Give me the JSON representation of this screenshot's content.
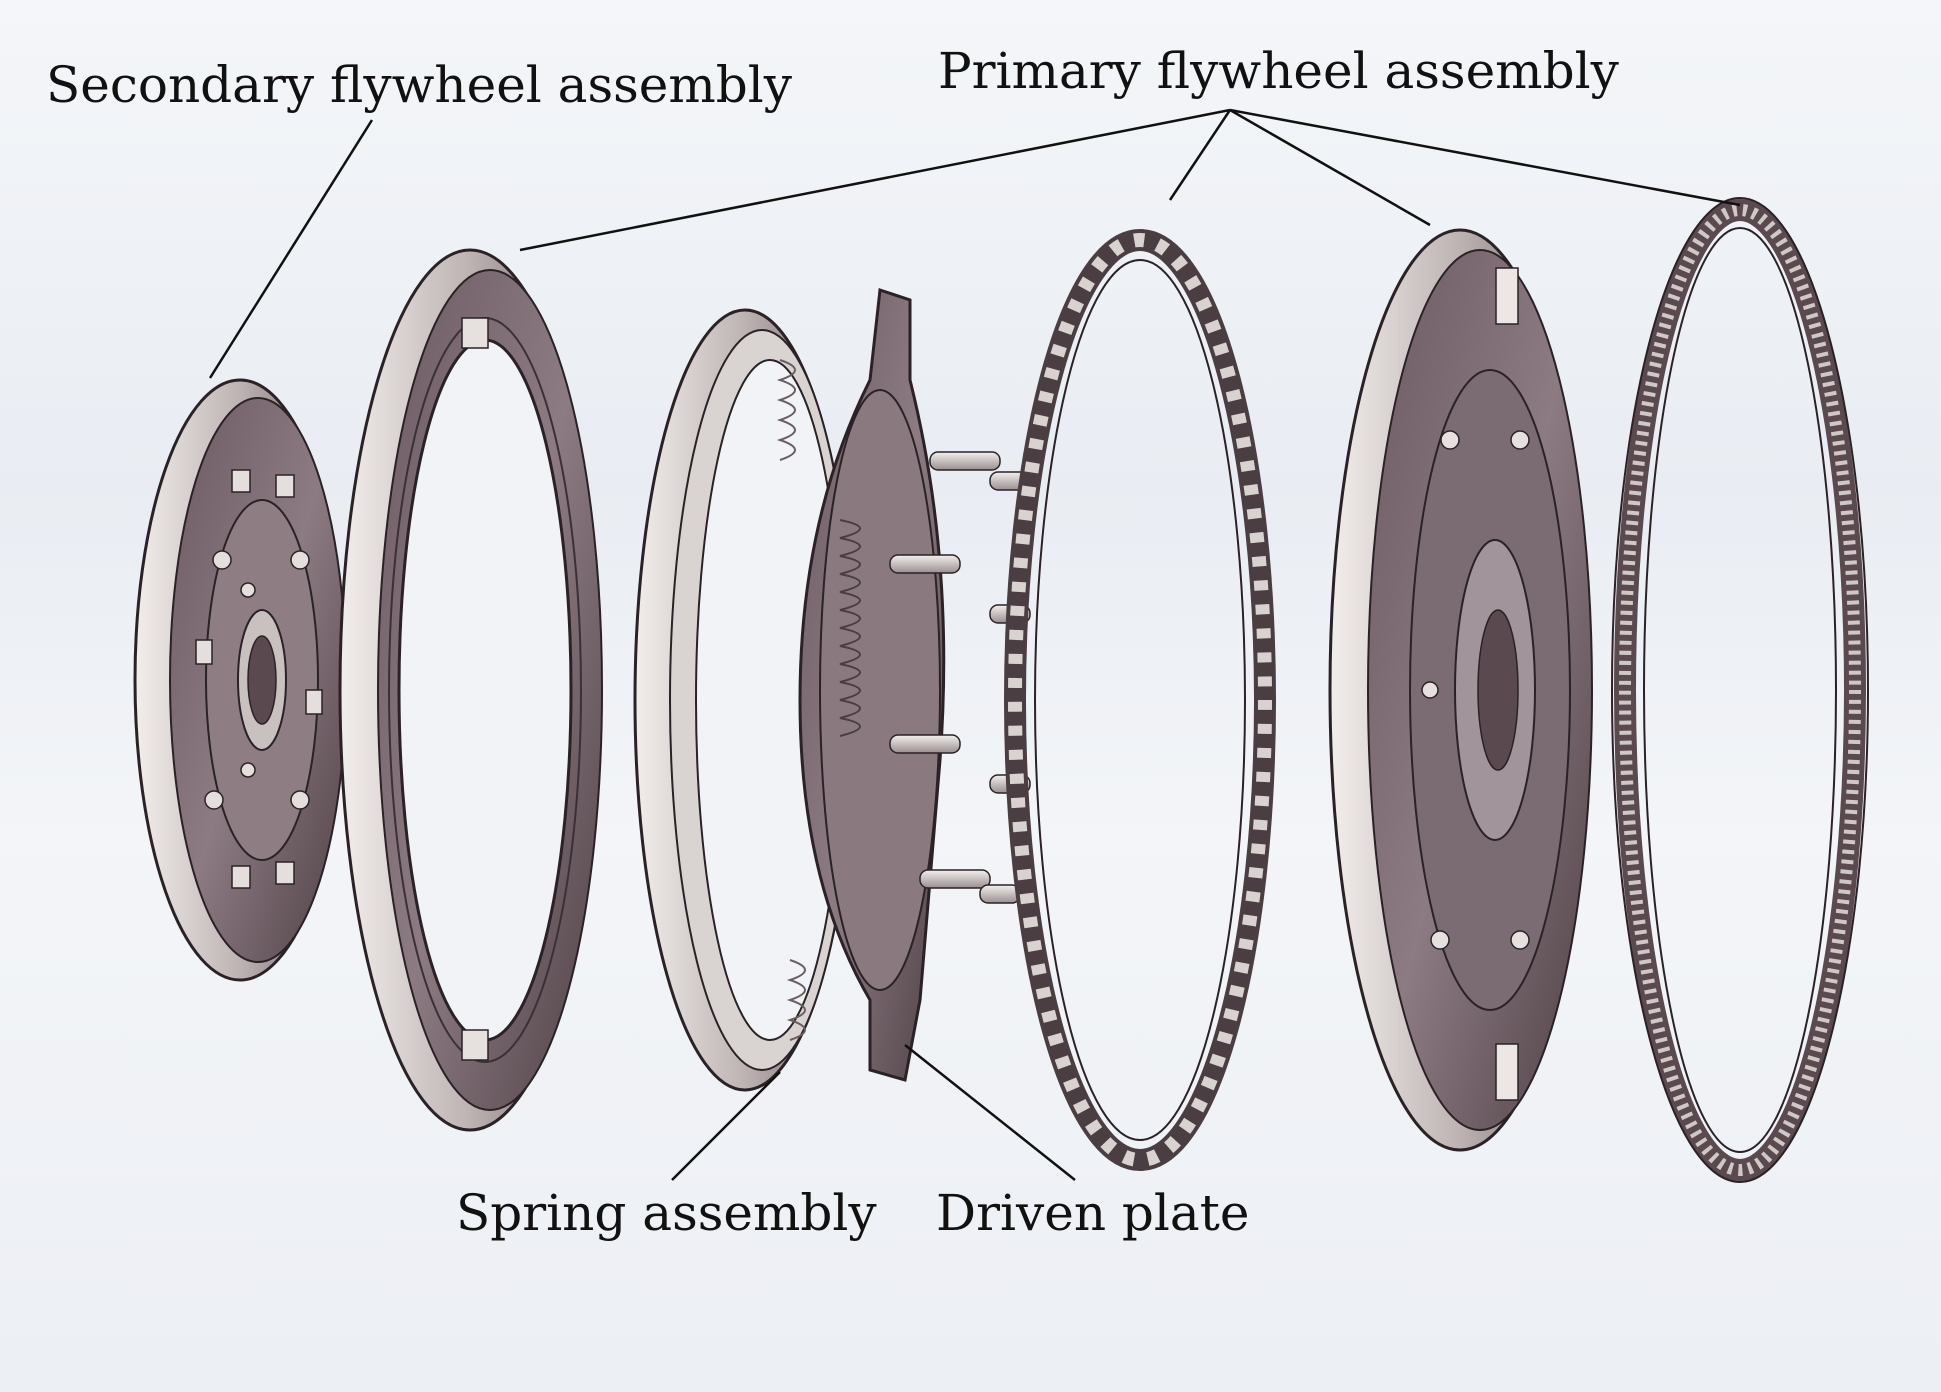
{
  "labels": {
    "secondary": "Secondary flywheel assembly",
    "primary": "Primary flywheel assembly",
    "spring": "Spring assembly",
    "driven": "Driven plate"
  },
  "colors": {
    "metal_dark": "#5a4a50",
    "metal_mid": "#8a7a80",
    "metal_light": "#d8d2d0",
    "leader": "#111111"
  }
}
